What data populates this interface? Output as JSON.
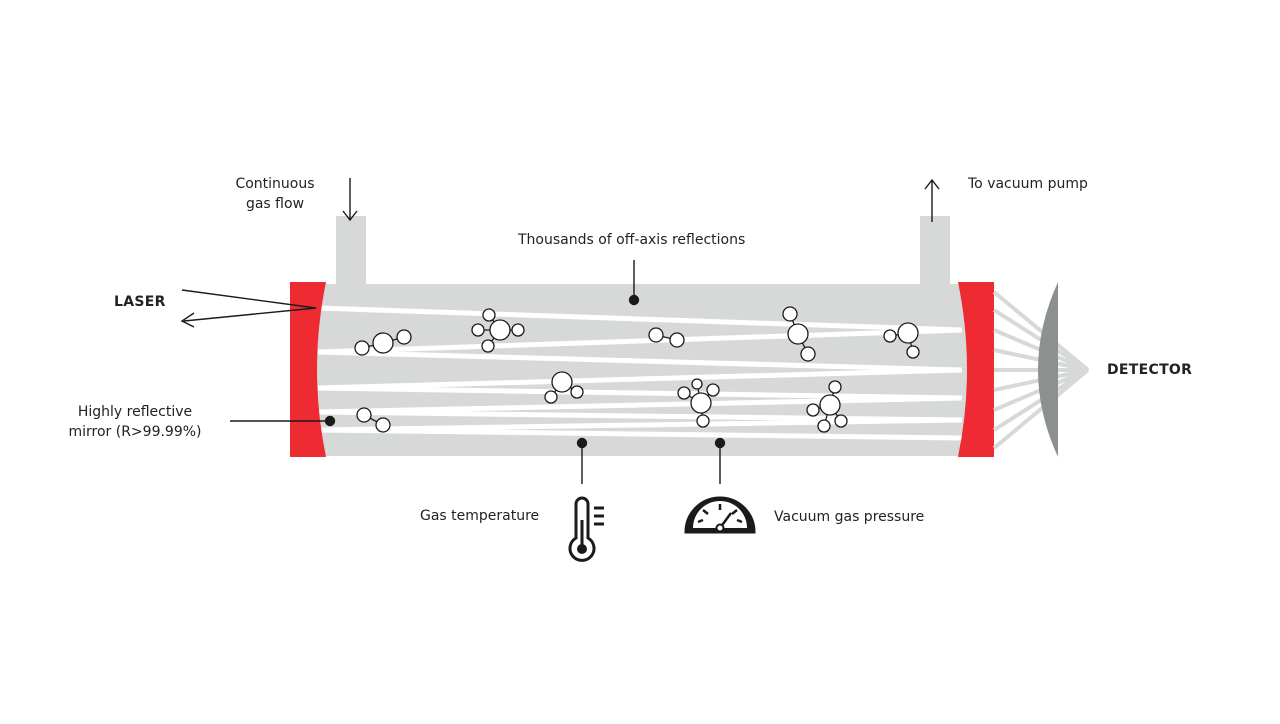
{
  "labels": {
    "gas_inlet": "Continuous gas flow",
    "gas_inlet_line1": "Continuous",
    "gas_inlet_line2": "gas flow",
    "vacuum_pump": "To vacuum pump",
    "reflections": "Thousands of off-axis reflections",
    "laser": "LASER",
    "mirror_line1": "Highly reflective",
    "mirror_line2": "mirror (R>99.99%)",
    "detector": "DETECTOR",
    "gas_temperature": "Gas temperature",
    "vacuum_gas_pressure": "Vacuum gas pressure"
  },
  "colors": {
    "cell": "#d6d9d7",
    "mirror": "#ee2a33",
    "beam": "#ffffff",
    "detector": "#8c908f",
    "detector_rays": "#d6d9d7",
    "ink": "#1a1a1a"
  },
  "icons": [
    "thermometer-icon",
    "pressure-gauge-icon",
    "molecule-icon"
  ]
}
